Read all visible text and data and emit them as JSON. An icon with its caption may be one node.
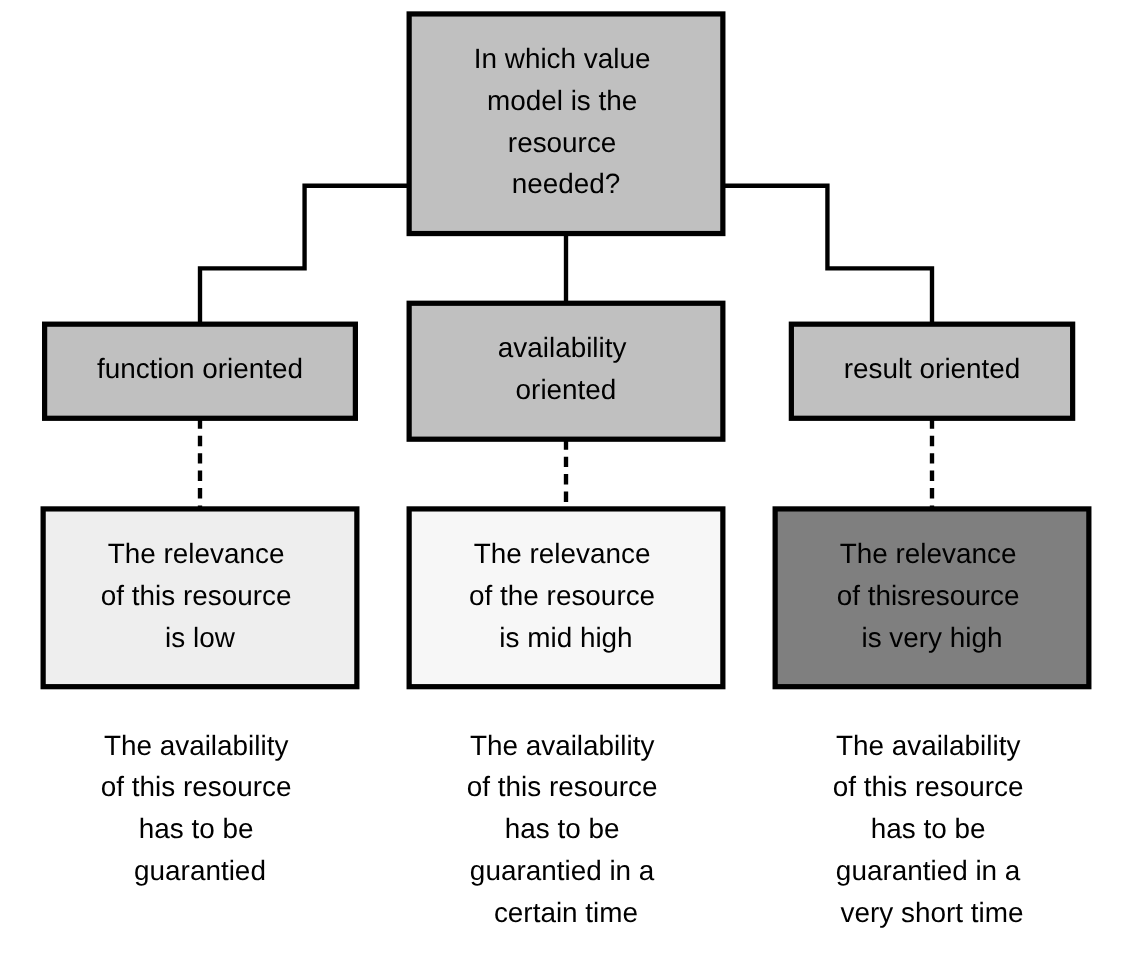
{
  "diagram": {
    "nodes": [
      {
        "text": [
          "In which value model is the resource needed?"
        ]
      },
      {
        "text": [
          "function oriented"
        ]
      },
      {
        "text": [
          "availability oriented"
        ]
      },
      {
        "text": [
          "result oriented"
        ]
      },
      {
        "text": [
          "The relevance of this resource is low"
        ],
        "beside": [
          "The availability of this resource has to be guarantied"
        ]
      },
      {
        "text": [
          "The relevance of the resource is mid high"
        ],
        "beside": [
          "The availability of this resource has to be guarantied in a certain time"
        ]
      },
      {
        "text": [
          "The relevance of thisresource is very high"
        ],
        "beside": [
          "The availability of this resource has to be guarantied in a very short time"
        ]
      }
    ],
    "edges": [
      {
        "from": 0,
        "to": 1,
        "arrow": "none"
      },
      {
        "from": 0,
        "to": 2,
        "arrow": "none"
      },
      {
        "from": 0,
        "to": 3,
        "arrow": "none"
      },
      {
        "from": 1,
        "to": 4,
        "arrow": "none",
        "style": "dashed"
      },
      {
        "from": 2,
        "to": 5,
        "arrow": "none",
        "style": "dashed"
      },
      {
        "from": 3,
        "to": 6,
        "arrow": "none",
        "style": "dashed"
      }
    ]
  }
}
